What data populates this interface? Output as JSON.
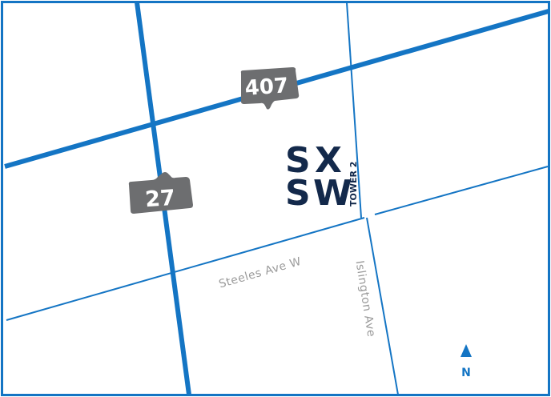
{
  "colors": {
    "road": "#1475c4",
    "shield": "#6d6e70",
    "shield_text": "#ffffff",
    "logo": "#13294b",
    "street_label": "#9a9a9a",
    "north": "#1475c4"
  },
  "highways": [
    {
      "id": "407",
      "label": "407"
    },
    {
      "id": "27",
      "label": "27"
    }
  ],
  "streets": {
    "steeles": "Steeles Ave W",
    "islington": "Islington Ave"
  },
  "logo": {
    "row1_left": "S",
    "row1_right": "X",
    "row2_left": "S",
    "row2_right": "W",
    "subtitle": "TOWER 2"
  },
  "compass": {
    "icon": "north-arrow-icon",
    "label": "N"
  }
}
